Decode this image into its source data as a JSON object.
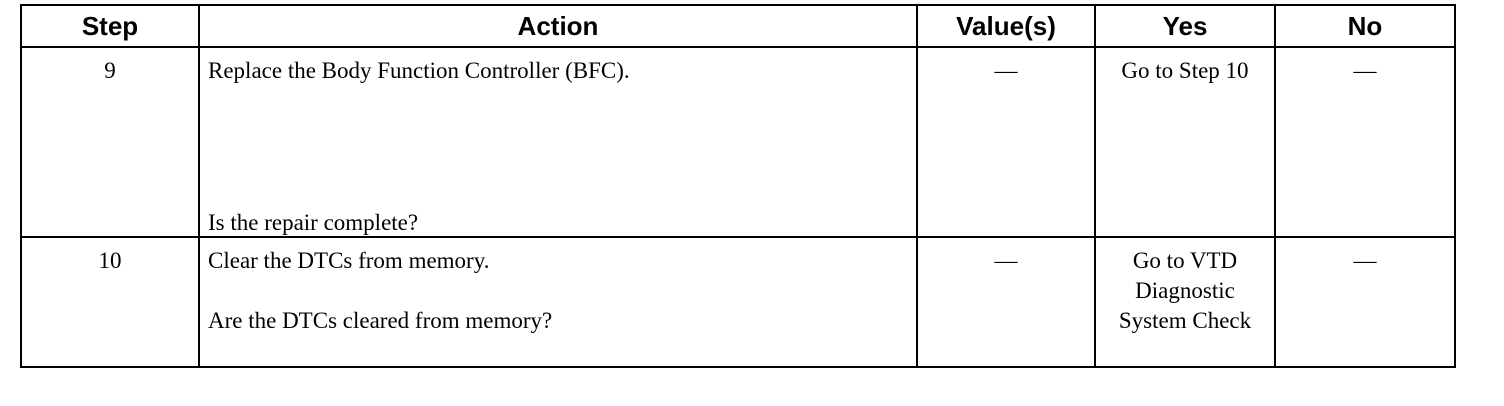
{
  "headers": {
    "step": "Step",
    "action": "Action",
    "values": "Value(s)",
    "yes": "Yes",
    "no": "No"
  },
  "rows": [
    {
      "step": "9",
      "action_instruction": "Replace the Body Function Controller (BFC).",
      "action_question": "Is the repair complete?",
      "values": "—",
      "yes": "Go to Step 10",
      "no": "—"
    },
    {
      "step": "10",
      "action_instruction": "Clear the DTCs from memory.",
      "action_question": "Are the DTCs cleared from memory?",
      "values": "—",
      "yes": "Go to VTD Diagnostic System Check",
      "no": "—"
    }
  ]
}
